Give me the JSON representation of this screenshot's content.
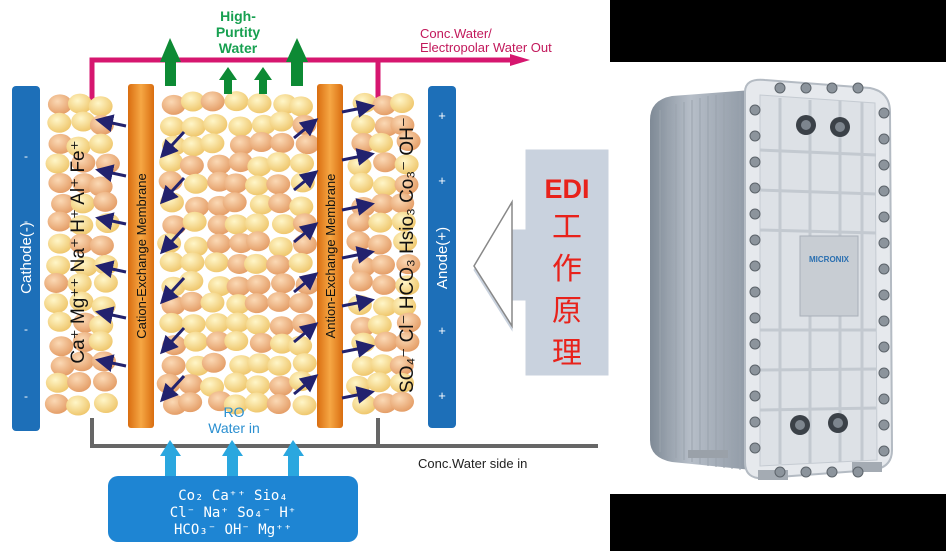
{
  "diagram": {
    "top_outputs": {
      "high_purity_line1": "High-",
      "high_purity_line2": "Purtity",
      "high_purity_line3": "Water",
      "conc_out_line1": "Conc.Water/",
      "conc_out_line2": "Electropolar Water Out"
    },
    "cathode_label": "Cathode(-)",
    "anode_label": "Anode(+)",
    "cation_membrane_label": "Cation-Exchange Membrane",
    "anion_membrane_label": "Antion-Exchange Membrane",
    "cations_label": "Ca⁺ Mg⁺⁺ Na⁺ H⁺ Al⁺ Fe⁺",
    "anions_label": "SO₄⁻ Cl⁻ HCO₃ Hsio₃ Co₃⁻ OH⁻",
    "ro_line1": "RO",
    "ro_line2": "Water in",
    "conc_side_in": "Conc.Water side in",
    "feed_box": {
      "line1": "Co₂  Ca⁺⁺  Sio₄",
      "line2": "Cl⁻   Na⁺  So₄⁻  H⁺",
      "line3": "HCO₃⁻  OH⁻  Mg⁺⁺"
    },
    "colors": {
      "electrode_blue": "#1d6fb8",
      "magenta_line": "#d6166f",
      "green_arrow": "#0d8a34",
      "inlet_blue": "#2aa7df",
      "membrane_orange": "#f08a2a",
      "callout_red": "#e8221b"
    }
  },
  "callout": {
    "title": "EDI",
    "chars": [
      "工",
      "作",
      "原",
      "理"
    ]
  },
  "photo": {
    "brand": "MICRONIX"
  }
}
